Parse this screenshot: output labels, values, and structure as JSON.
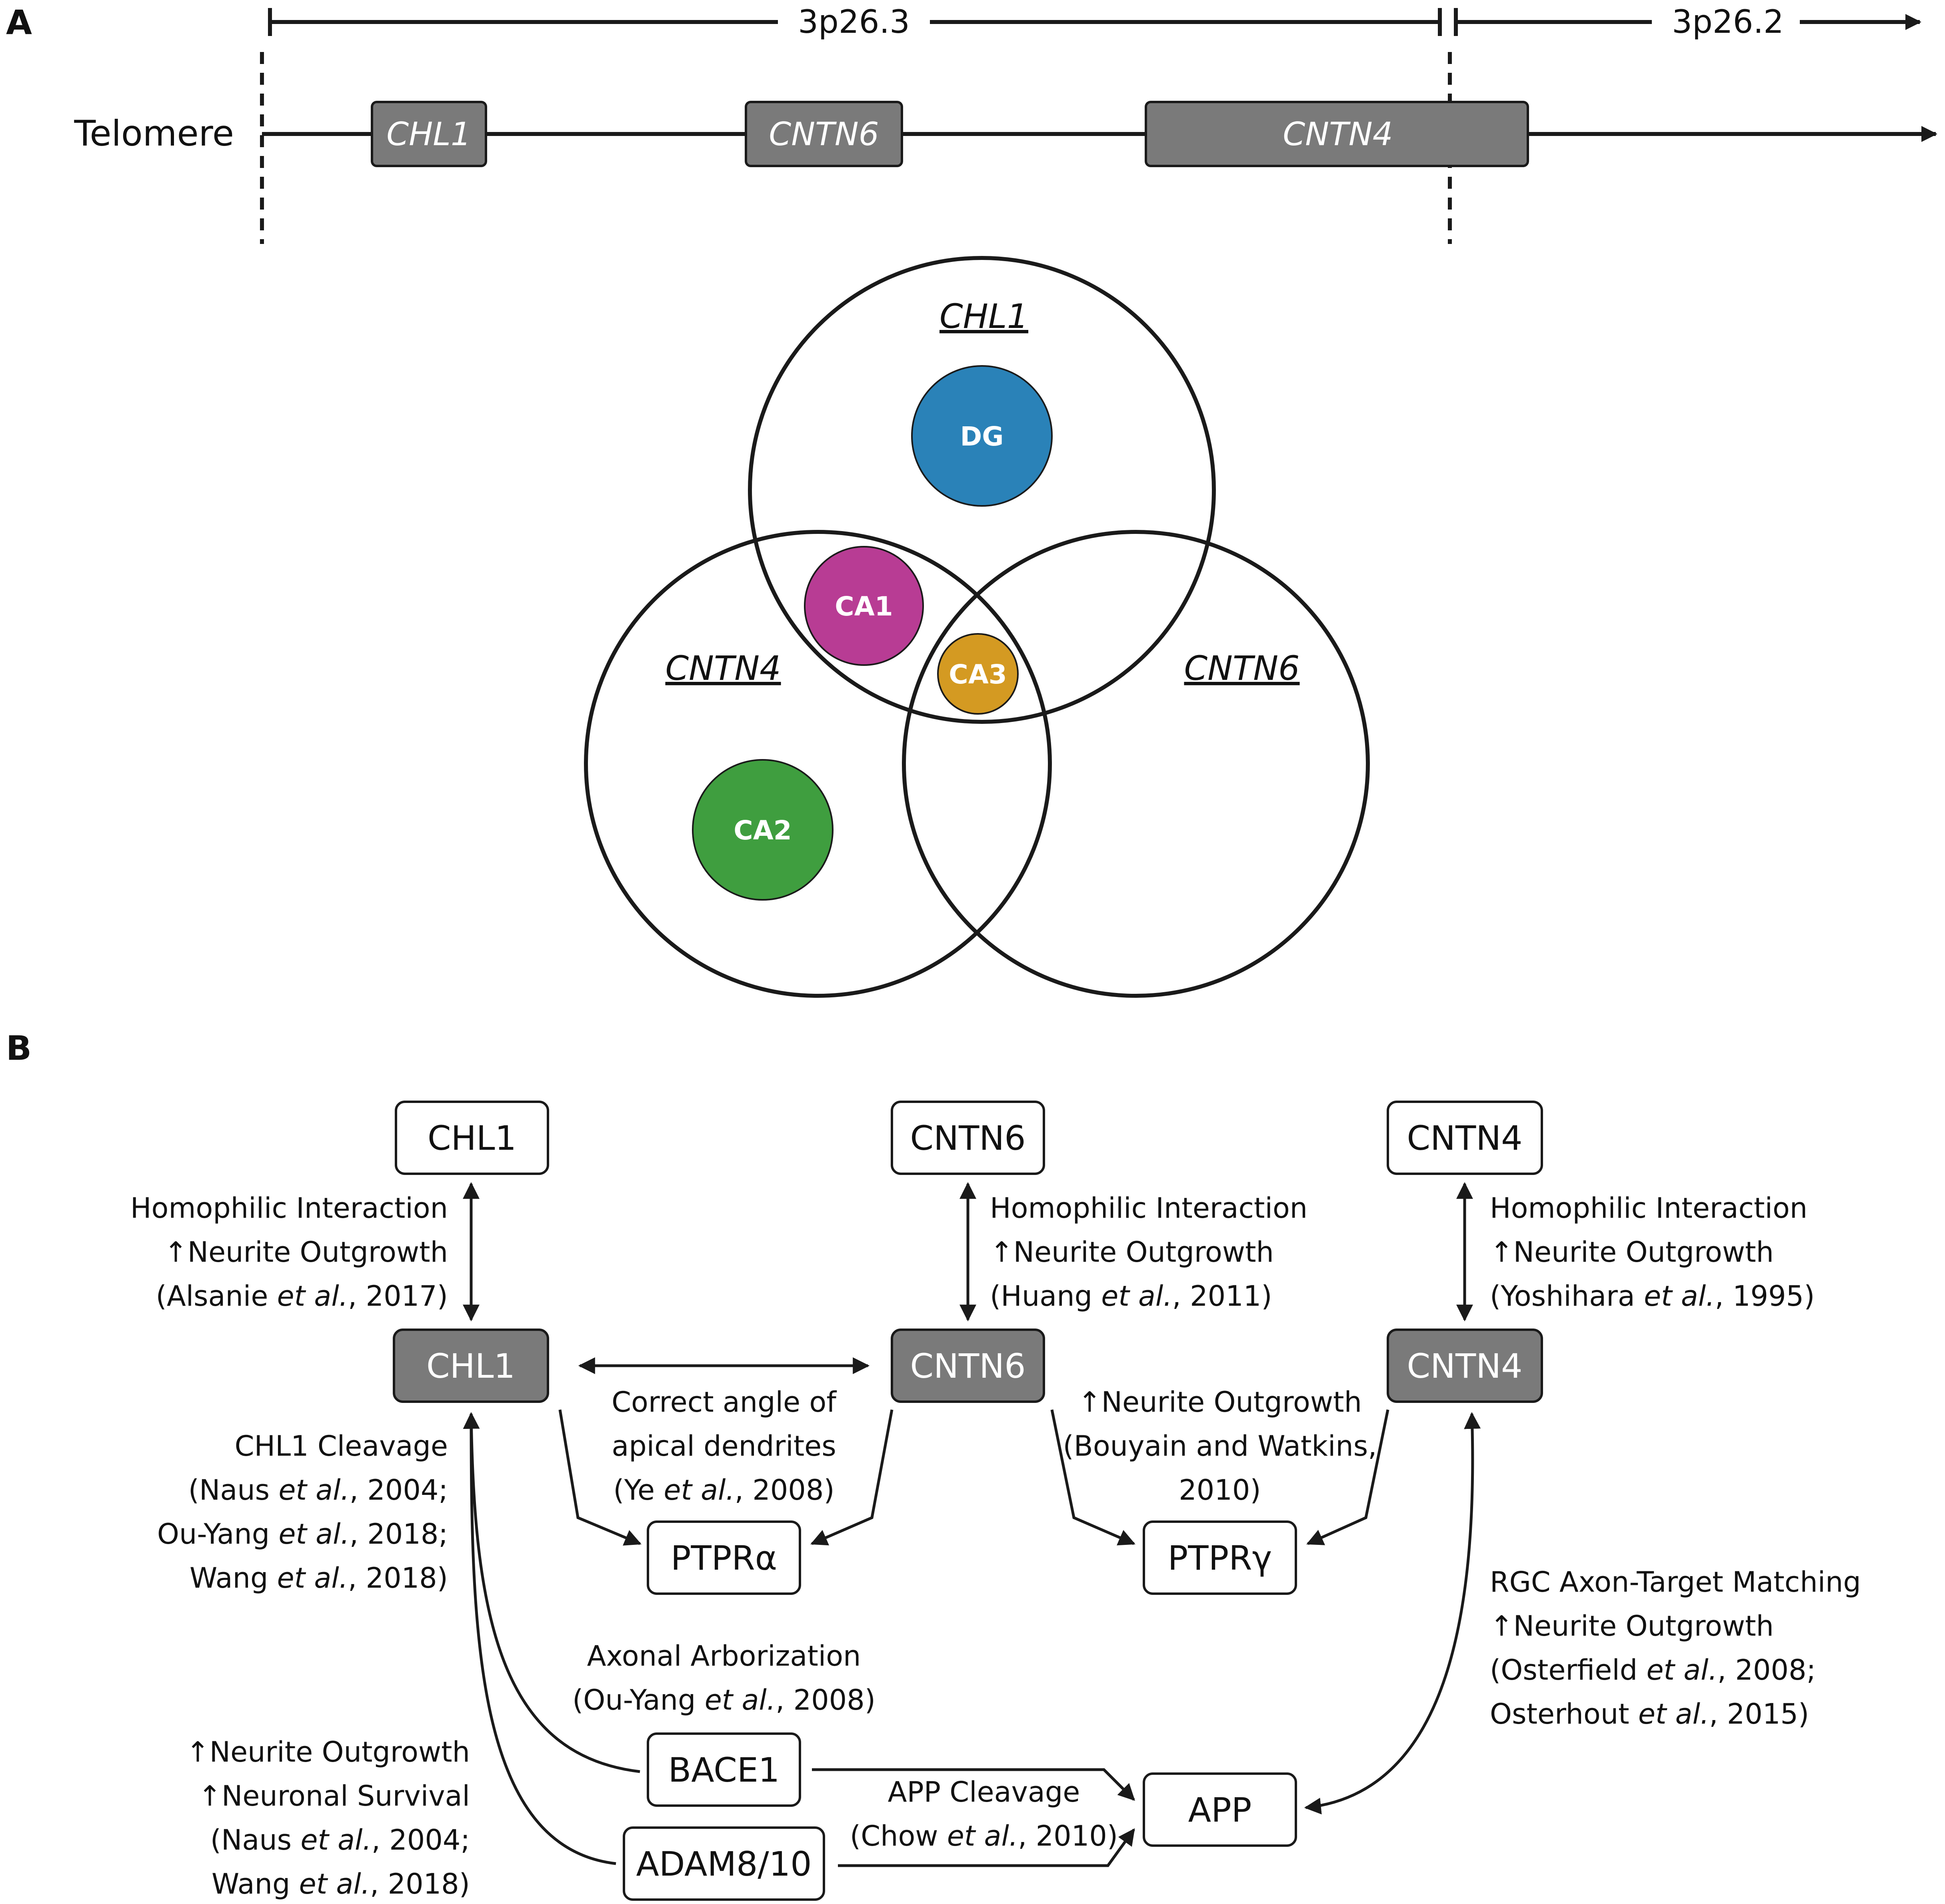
{
  "panelA": {
    "letter": "A",
    "band_left": "3p26.3",
    "band_right": "3p26.2",
    "telomere": "Telomere",
    "genes": [
      "CHL1",
      "CNTN6",
      "CNTN4"
    ],
    "venn": {
      "chl1_label": "CHL1",
      "cntn4_label": "CNTN4",
      "cntn6_label": "CNTN6",
      "regions": [
        {
          "name": "DG",
          "color": "#2a82b8"
        },
        {
          "name": "CA1",
          "color": "#b83c94"
        },
        {
          "name": "CA3",
          "color": "#d49a22"
        },
        {
          "name": "CA2",
          "color": "#3f9e3f"
        }
      ]
    }
  },
  "panelB": {
    "letter": "B",
    "top_chl1": "CHL1",
    "top_cntn6": "CNTN6",
    "top_cntn4": "CNTN4",
    "mid_chl1": "CHL1",
    "mid_cntn6": "CNTN6",
    "mid_cntn4": "CNTN4",
    "ptpra": "PTPRα",
    "ptprg": "PTPRγ",
    "bace1": "BACE1",
    "adam": "ADAM8/10",
    "app": "APP",
    "homo_chl1": {
      "l1": "Homophilic Interaction",
      "l2": "↑Neurite Outgrowth",
      "l3a": "(Alsanie ",
      "l3b": "et al.",
      "l3c": ", 2017)"
    },
    "homo_cntn6": {
      "l1": "Homophilic Interaction",
      "l2": "↑Neurite Outgrowth",
      "l3a": "(Huang ",
      "l3b": "et al.",
      "l3c": ", 2011)"
    },
    "homo_cntn4": {
      "l1": "Homophilic Interaction",
      "l2": "↑Neurite Outgrowth",
      "l3a": "(Yoshihara ",
      "l3b": "et al.",
      "l3c": ", 1995)"
    },
    "angle": {
      "l1": "Correct angle of",
      "l2": "apical dendrites",
      "l3a": "(Ye ",
      "l3b": "et al.",
      "l3c": ", 2008)"
    },
    "ptprg_note": {
      "l1": "↑Neurite Outgrowth",
      "l2": "(Bouyain and Watkins,",
      "l3": "2010)"
    },
    "cleavage": {
      "l1": "CHL1 Cleavage",
      "l2a": "(Naus ",
      "l2b": "et al.",
      "l2c": ", 2004;",
      "l3a": "Ou-Yang ",
      "l3b": "et al.",
      "l3c": ", 2018;",
      "l4a": "Wang ",
      "l4b": "et al.",
      "l4c": ", 2018)"
    },
    "rgc": {
      "l1": "RGC Axon-Target Matching",
      "l2": "↑Neurite Outgrowth",
      "l3a": "(Osterfield ",
      "l3b": "et al.",
      "l3c": ", 2008;",
      "l4a": "Osterhout ",
      "l4b": "et al.",
      "l4c": ", 2015)"
    },
    "axonal": {
      "l1": "Axonal Arborization",
      "l2a": "(Ou-Yang ",
      "l2b": "et al.",
      "l2c": ", 2008)"
    },
    "survival": {
      "l1": "↑Neurite Outgrowth",
      "l2": "↑Neuronal Survival",
      "l3a": "(Naus ",
      "l3b": "et al.",
      "l3c": ", 2004;",
      "l4a": "Wang ",
      "l4b": "et al.",
      "l4c": ", 2018)"
    },
    "app_cleavage": {
      "l1": "APP Cleavage",
      "l2a": "(Chow ",
      "l2b": "et al.",
      "l2c": ", 2010)"
    }
  }
}
